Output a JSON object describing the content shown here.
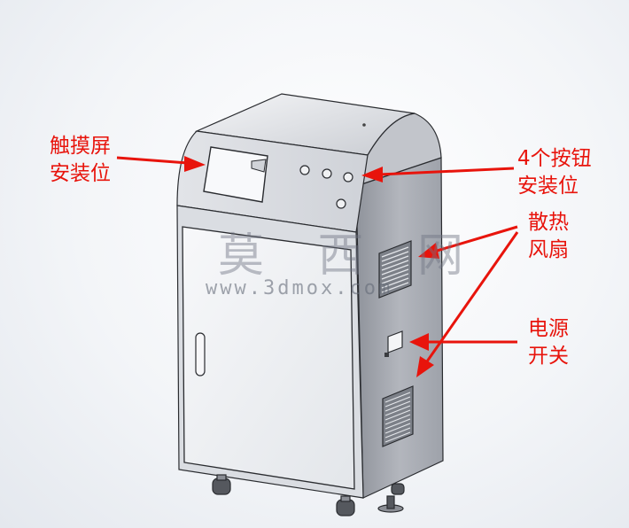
{
  "labels": {
    "touchscreen": [
      "触摸屏",
      "安装位"
    ],
    "buttons": [
      "4个按钮",
      "安装位"
    ],
    "fan": [
      "散热",
      "风扇"
    ],
    "power": [
      "电源",
      "开关"
    ]
  },
  "watermark": {
    "chinese": "莫 西 网",
    "url": "www.3dmox.com"
  },
  "colors": {
    "annotation": "#e8140c",
    "body_panel": "#d9dbe0",
    "side_panel": "#a9acb4",
    "door": "#eef0f3"
  }
}
